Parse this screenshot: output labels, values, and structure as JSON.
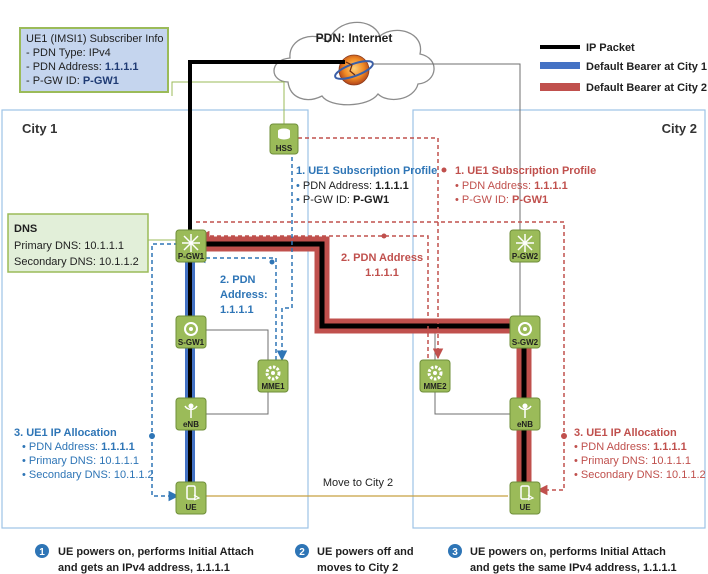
{
  "cities": {
    "left": "City 1",
    "right": "City 2"
  },
  "pdn": {
    "label": "PDN: Internet"
  },
  "legend": [
    {
      "label": "IP Packet",
      "color": "#000000"
    },
    {
      "label": "Default Bearer at City 1",
      "color": "#4472c4"
    },
    {
      "label": "Default Bearer at City 2",
      "color": "#c0504d"
    }
  ],
  "subscriber_info": {
    "title": "UE1 (IMSI1) Subscriber Info",
    "line1": "- PDN Type: IPv4",
    "line2_prefix": "- PDN Address: ",
    "line2_value": "1.1.1.1",
    "line3_prefix": "- P-GW ID: ",
    "line3_value": "P-GW1"
  },
  "dns_box": {
    "title": "DNS",
    "primary": "Primary DNS: 10.1.1.1",
    "secondary": "Secondary DNS: 10.1.1.2"
  },
  "nodes": {
    "hss": "HSS",
    "pgw1": "P-GW1",
    "sgw1": "S-GW1",
    "mme1": "MME1",
    "enb1": "eNB",
    "ue1": "UE",
    "pgw2": "P-GW2",
    "sgw2": "S-GW2",
    "mme2": "MME2",
    "enb2": "eNB",
    "ue2": "UE"
  },
  "step1_city1": {
    "title": "1. UE1 Subscription Profile",
    "pdn_prefix": "PDN Address: ",
    "pdn_value": "1.1.1.1",
    "pgw_prefix": "P-GW ID: ",
    "pgw_value": "P-GW1"
  },
  "step1_city2": {
    "title": "1. UE1 Subscription Profile",
    "pdn_prefix": "PDN Address: ",
    "pdn_value": "1.1.1.1",
    "pgw_prefix": "P-GW ID: ",
    "pgw_value": "P-GW1"
  },
  "step2_city1": {
    "line1": "2. PDN",
    "line2": "Address:",
    "line3": "1.1.1.1"
  },
  "step2_city2": {
    "line1": "2. PDN Address",
    "line2": "1.1.1.1"
  },
  "step3_city1": {
    "title": "3. UE1 IP Allocation",
    "pdn_prefix": "PDN Address: ",
    "pdn_value": "1.1.1.1",
    "primary": "Primary DNS: 10.1.1.1",
    "secondary": "Secondary DNS: 10.1.1.2"
  },
  "step3_city2": {
    "title": "3. UE1 IP Allocation",
    "pdn_prefix": "PDN Address: ",
    "pdn_value": "1.1.1.1",
    "primary": "Primary DNS: 10.1.1.1",
    "secondary": "Secondary DNS: 10.1.1.2"
  },
  "move_label": "Move to City 2",
  "bottom_steps": [
    {
      "num": "1",
      "line1": "UE powers on, performs Initial Attach",
      "line2": "and gets an IPv4 address, 1.1.1.1"
    },
    {
      "num": "2",
      "line1": "UE powers off and",
      "line2": "moves to City 2"
    },
    {
      "num": "3",
      "line1": "UE powers on, performs Initial Attach",
      "line2": "and gets the same IPv4 address, 1.1.1.1"
    }
  ]
}
